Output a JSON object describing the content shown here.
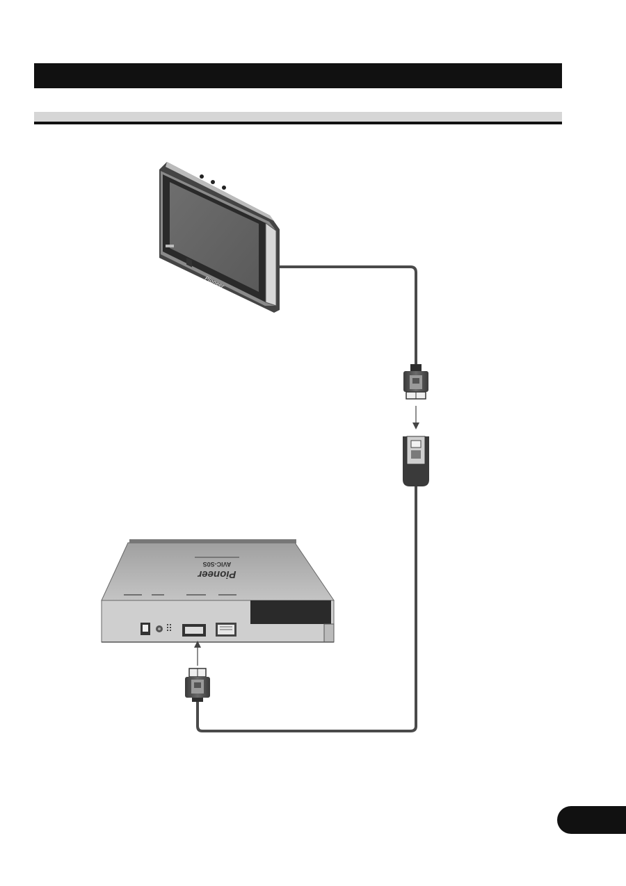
{
  "nav_unit": {
    "brand": "Pioneer"
  },
  "hardware_unit": {
    "brand": "Pioneer",
    "model": "AVIC-S0S"
  },
  "colors": {
    "cable": "#4a4a4a",
    "section_bar": "#111111",
    "sub_bar": "#d6d6d6"
  }
}
